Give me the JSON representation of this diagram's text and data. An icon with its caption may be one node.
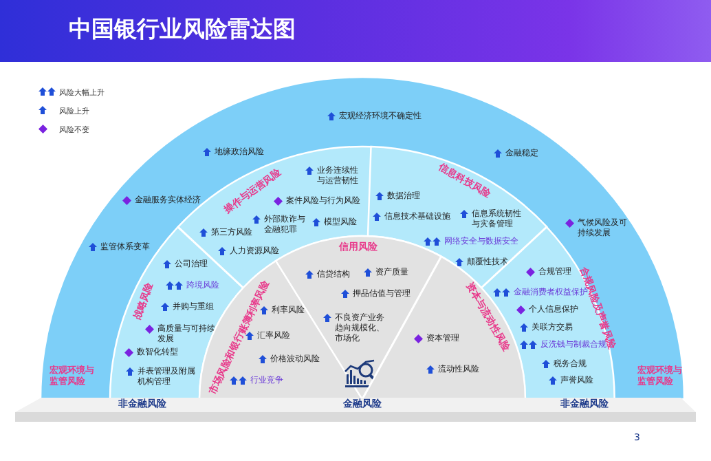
{
  "diagram": {
    "title": "中国银行业风险雷达图",
    "nodes": [
      {
        "text": [
          "宏观环境与监管风险",
          "宏观经济环境不确定性",
          "地缘政治风险",
          "金融稳定",
          "金融服务实体经济",
          "气候风险及可持续发展",
          "监管体系变革",
          "宏观环境与监管风险"
        ]
      },
      {
        "text": [
          "战略风险",
          "公司治理",
          "跨境风险",
          "并购与重组",
          "高质量与可持续发展",
          "数智化转型",
          "并表管理及附属机构管理"
        ],
        "in": 0
      },
      {
        "text": [
          "操作与运营风险",
          "业务连续性与运营韧性",
          "案件风险与行为风险",
          "外部欺诈与金融犯罪",
          "模型风险",
          "第三方风险",
          "人力资源风险"
        ],
        "in": 0
      },
      {
        "text": [
          "信息科技风险",
          "数据治理",
          "信息技术基础设施",
          "信息系统韧性与灾备管理",
          "网络安全与数据安全",
          "颠覆性技术"
        ],
        "in": 0
      },
      {
        "text": [
          "合规风险及声誉风险",
          "合规管理",
          "金融消费者权益保护",
          "个人信息保护",
          "关联方交易",
          "反洗钱与制裁合规",
          "税务合规",
          "声誉风险"
        ],
        "in": 0
      },
      {
        "text": [
          "市场风险和银行账簿利率风险",
          "利率风险",
          "汇率风险",
          "价格波动风险",
          "行业竞争"
        ],
        "in": 0
      },
      {
        "text": [
          "信用风险",
          "信贷结构",
          "资产质量",
          "押品估值与管理",
          "不良资产业务趋向规模化、市场化"
        ],
        "in": 0
      },
      {
        "text": [
          "资本与流动性风险",
          "资本管理",
          "流动性风险"
        ],
        "in": 0
      },
      {
        "text": [
          "非金融风险",
          "金融风险",
          "非金融风险"
        ]
      }
    ],
    "labels": [
      "3"
    ],
    "legend": [
      {
        "text": "风险大幅上升"
      },
      {
        "text": "风险上升"
      },
      {
        "text": "风险不变"
      }
    ]
  }
}
